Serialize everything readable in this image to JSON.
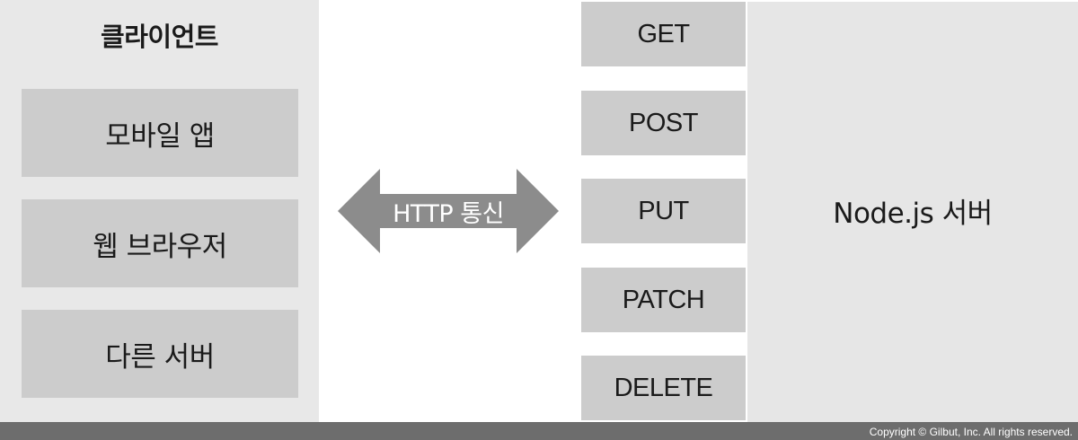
{
  "client": {
    "title": "클라이언트",
    "items": [
      {
        "label": "모바일 앱"
      },
      {
        "label": "웹 브라우저"
      },
      {
        "label": "다른 서버"
      }
    ]
  },
  "arrow": {
    "label": "HTTP 통신",
    "color": "#8c8c8c"
  },
  "methods": [
    {
      "label": "GET"
    },
    {
      "label": "POST"
    },
    {
      "label": "PUT"
    },
    {
      "label": "PATCH"
    },
    {
      "label": "DELETE"
    }
  ],
  "server": {
    "label": "Node.js 서버"
  },
  "footer": {
    "copyright": "Copyright © Gilbut, Inc. All rights reserved."
  }
}
